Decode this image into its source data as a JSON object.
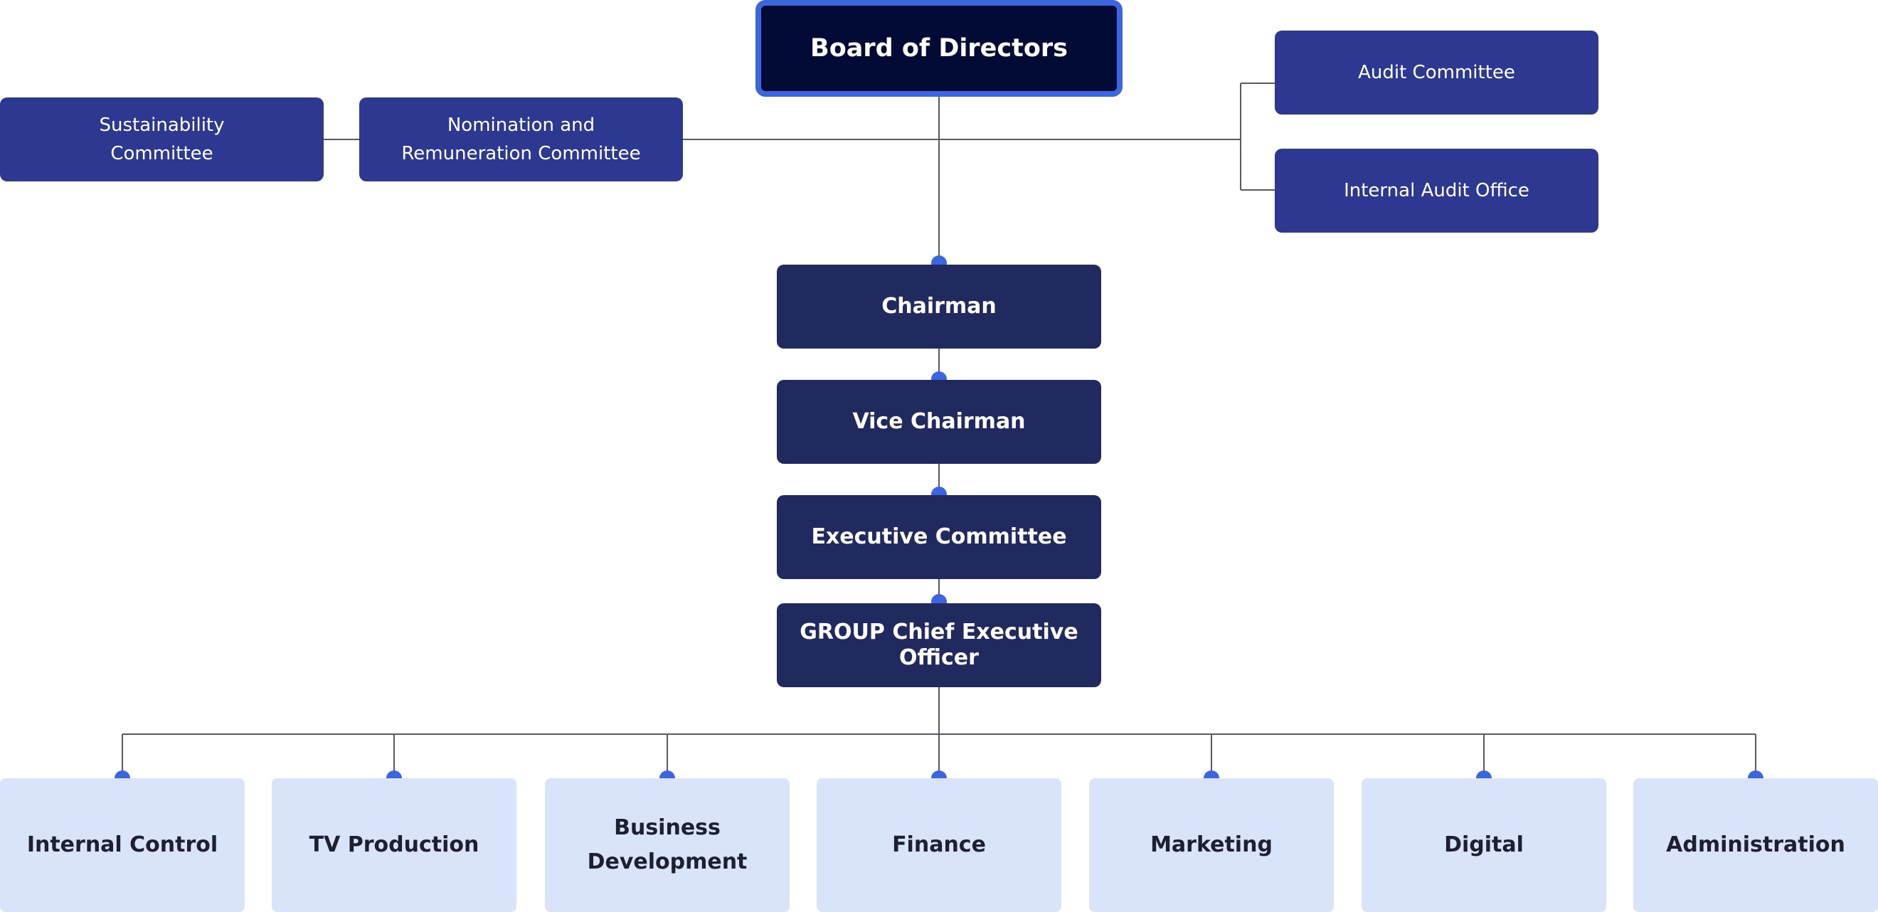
{
  "board": {
    "label": "Board of Directors"
  },
  "committees": {
    "sustainability": {
      "line1": "Sustainability",
      "line2": "Committee"
    },
    "nomination": {
      "line1": "Nomination and",
      "line2": "Remuneration Committee"
    },
    "audit": {
      "label": "Audit Committee"
    },
    "internal_audit": {
      "label": "Internal Audit Office"
    }
  },
  "chain": {
    "chairman": "Chairman",
    "vice_chairman": "Vice Chairman",
    "executive_committee": "Executive Committee",
    "ceo": {
      "line1": "GROUP Chief Executive",
      "line2": "Officer"
    }
  },
  "departments": {
    "internal_control": "Internal Control",
    "tv_production": "TV Production",
    "business_development": {
      "line1": "Business",
      "line2": "Development"
    },
    "finance": "Finance",
    "marketing": "Marketing",
    "digital": "Digital",
    "administration": "Administration"
  },
  "colors": {
    "board_fill": "#020a36",
    "board_border": "#3b66de",
    "committee_fill": "#2d3890",
    "executive_fill": "#212a5f",
    "department_fill": "#d9e3fa",
    "connector_dot": "#3b66de",
    "connector_line": "#555a66"
  }
}
